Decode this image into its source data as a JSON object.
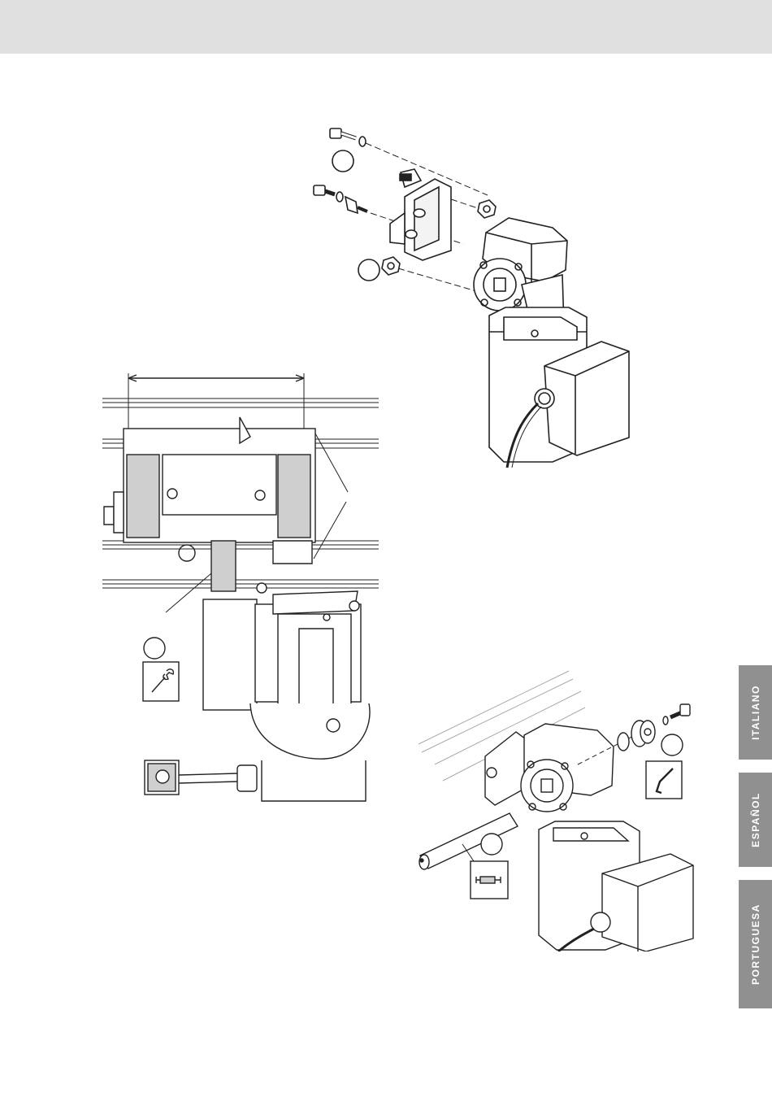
{
  "language_tabs": [
    {
      "label": "ITALIANO"
    },
    {
      "label": "ESPAÑOL"
    },
    {
      "label": "PORTUGUESA"
    }
  ],
  "colors": {
    "header_band": "#e0e0e0",
    "tab_background": "#909090",
    "tab_text": "#ffffff",
    "line_art": "#222222",
    "shading": "#cfcfcf"
  },
  "icons": [
    "wrench-icon",
    "hex-key-icon",
    "shaft-tool-icon"
  ]
}
